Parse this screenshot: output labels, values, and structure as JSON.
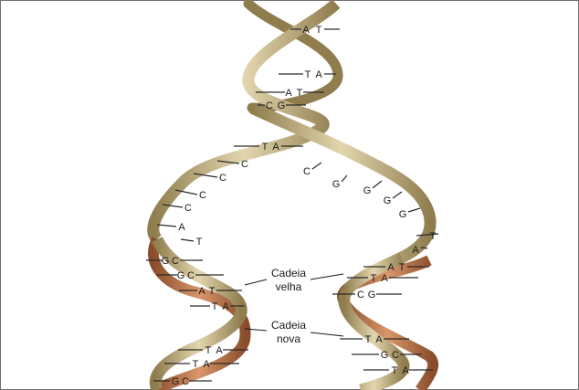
{
  "labels": {
    "old_strand_line1": "Cadeia",
    "old_strand_line2": "velha",
    "new_strand_line1": "Cadeia",
    "new_strand_line2": "nova"
  },
  "bases": {
    "top": [
      "A",
      "T",
      "T",
      "A",
      "A",
      "T",
      "C",
      "G",
      "T",
      "A"
    ],
    "left_unpaired": [
      "C",
      "C",
      "C",
      "C",
      "A",
      "T"
    ],
    "right_unpaired": [
      "C",
      "G",
      "G",
      "G",
      "G",
      "T",
      "A"
    ],
    "left_new": [
      "G",
      "C",
      "G",
      "C",
      "A",
      "T",
      "T",
      "A",
      "T",
      "A",
      "T",
      "A",
      "G",
      "C"
    ],
    "right_new": [
      "A",
      "T",
      "T",
      "A",
      "C",
      "G",
      "T",
      "A",
      "G",
      "C",
      "T",
      "A"
    ]
  },
  "colors": {
    "old_strand": "#c9b98a",
    "new_strand": "#b5764e",
    "rung": "#2a2a2a"
  }
}
